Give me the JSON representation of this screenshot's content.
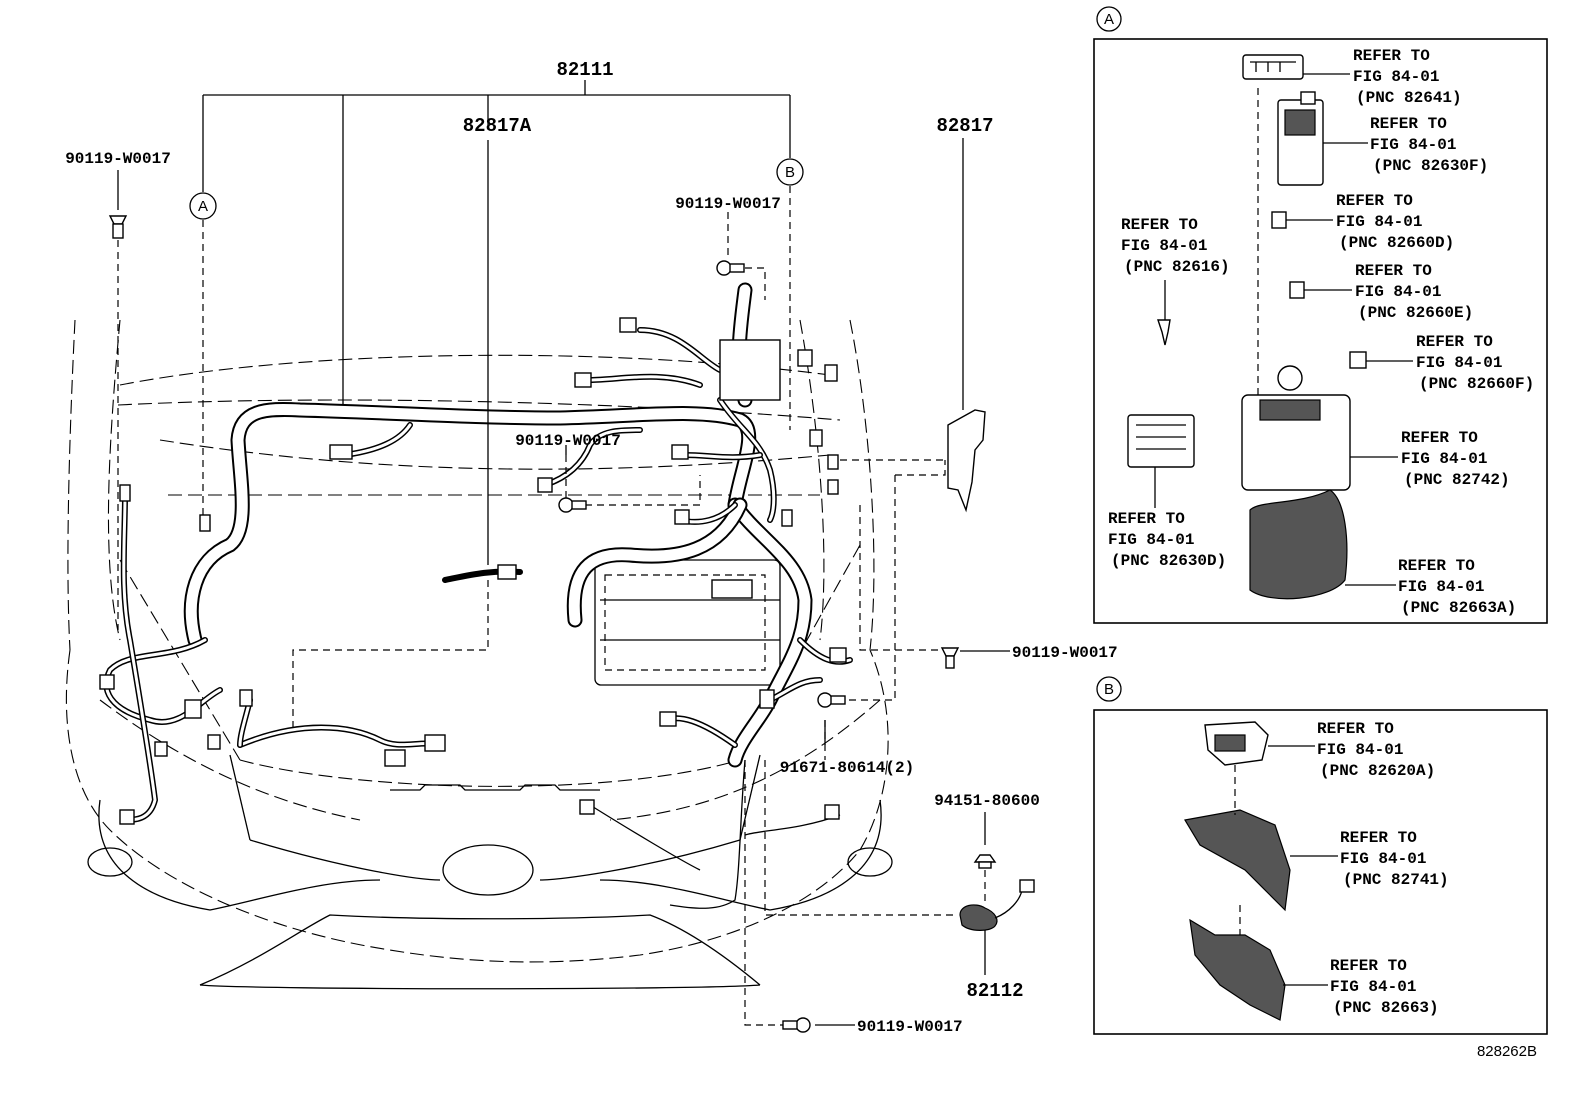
{
  "callouts": {
    "main_harness": "82111",
    "harness_left": "82817A",
    "harness_right": "82817",
    "sensor": "82112",
    "clip_top_left": "90119-W0017",
    "clip_top_center": "90119-W0017",
    "clip_center": "90119-W0017",
    "clip_right": "90119-W0017",
    "clip_bottom": "90119-W0017",
    "nut": "91671-80614(2)",
    "grommet": "94151-80600"
  },
  "view_markers": {
    "a": "A",
    "b": "B"
  },
  "inset_a": {
    "marker": "A",
    "refs": [
      {
        "line1": "REFER TO",
        "line2": "FIG 84-01",
        "line3": "(PNC 82641)"
      },
      {
        "line1": "REFER TO",
        "line2": "FIG 84-01",
        "line3": "(PNC 82630F)"
      },
      {
        "line1": "REFER TO",
        "line2": "FIG 84-01",
        "line3": "(PNC 82660D)"
      },
      {
        "line1": "REFER TO",
        "line2": "FIG 84-01",
        "line3": "(PNC 82616)"
      },
      {
        "line1": "REFER TO",
        "line2": "FIG 84-01",
        "line3": "(PNC 82660E)"
      },
      {
        "line1": "REFER TO",
        "line2": "FIG 84-01",
        "line3": "(PNC 82660F)"
      },
      {
        "line1": "REFER TO",
        "line2": "FIG 84-01",
        "line3": "(PNC 82742)"
      },
      {
        "line1": "REFER TO",
        "line2": "FIG 84-01",
        "line3": "(PNC 82630D)"
      },
      {
        "line1": "REFER TO",
        "line2": "FIG 84-01",
        "line3": "(PNC 82663A)"
      }
    ]
  },
  "inset_b": {
    "marker": "B",
    "refs": [
      {
        "line1": "REFER TO",
        "line2": "FIG 84-01",
        "line3": "(PNC 82620A)"
      },
      {
        "line1": "REFER TO",
        "line2": "FIG 84-01",
        "line3": "(PNC 82741)"
      },
      {
        "line1": "REFER TO",
        "line2": "FIG 84-01",
        "line3": "(PNC 82663)"
      }
    ]
  },
  "figure_id": "828262B"
}
